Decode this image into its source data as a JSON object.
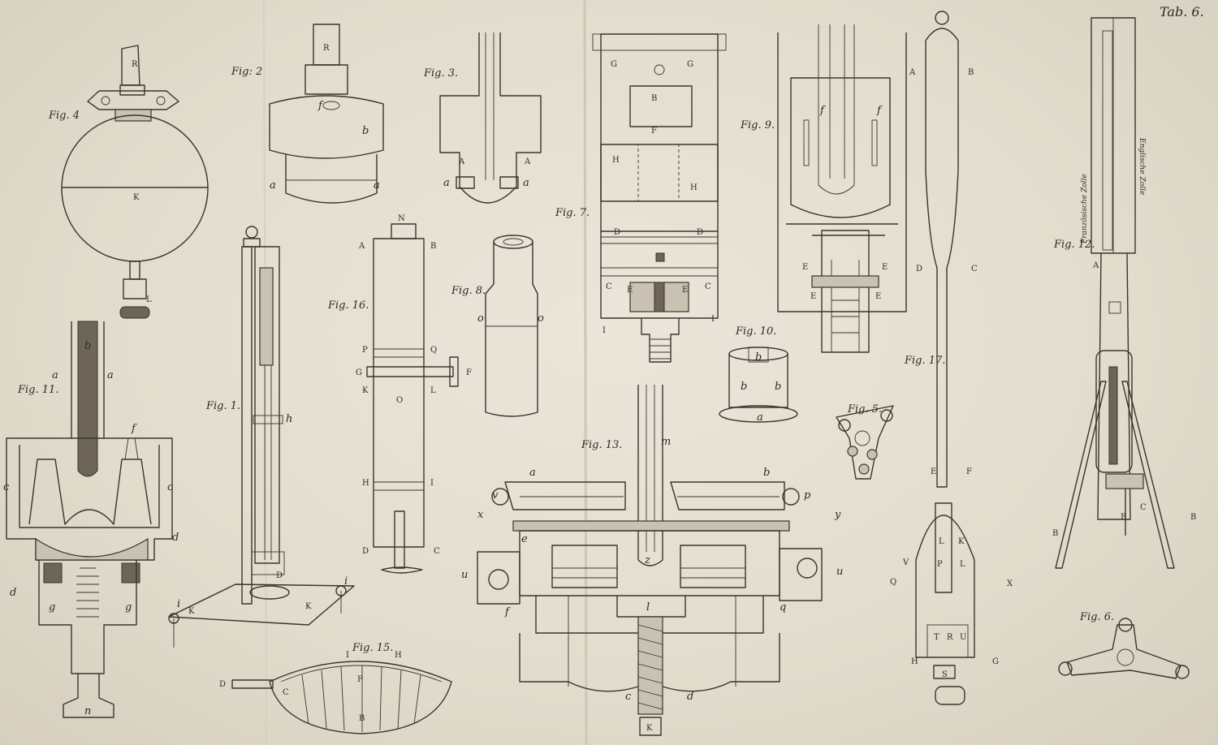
{
  "plate": {
    "tab_label": "Tab. 6."
  },
  "figures": [
    {
      "id": "fig1",
      "caption": "Fig. 1."
    },
    {
      "id": "fig2",
      "caption": "Fig: 2"
    },
    {
      "id": "fig3",
      "caption": "Fig. 3."
    },
    {
      "id": "fig4",
      "caption": "Fig. 4"
    },
    {
      "id": "fig5",
      "caption": "Fig. 5."
    },
    {
      "id": "fig6",
      "caption": "Fig. 6."
    },
    {
      "id": "fig7",
      "caption": "Fig. 7."
    },
    {
      "id": "fig8",
      "caption": "Fig. 8."
    },
    {
      "id": "fig9",
      "caption": "Fig. 9."
    },
    {
      "id": "fig10",
      "caption": "Fig. 10."
    },
    {
      "id": "fig11",
      "caption": "Fig. 11."
    },
    {
      "id": "fig12",
      "caption": "Fig. 12."
    },
    {
      "id": "fig13",
      "caption": "Fig. 13."
    },
    {
      "id": "fig15",
      "caption": "Fig. 15."
    },
    {
      "id": "fig16",
      "caption": "Fig. 16."
    },
    {
      "id": "fig17",
      "caption": "Fig. 17."
    }
  ],
  "scale_labels": {
    "french": "Französische Zolle",
    "english": "Englische Zolle"
  },
  "letters": {
    "R": "R",
    "K": "K",
    "L": "L",
    "a": "a",
    "b": "b",
    "f": "f",
    "A": "A",
    "B": "B",
    "C": "C",
    "D": "D",
    "E": "E",
    "F": "F",
    "G": "G",
    "H": "H",
    "I": "I",
    "N": "N",
    "O": "O",
    "P": "P",
    "Q": "Q",
    "S": "S",
    "T": "T",
    "U": "U",
    "V": "V",
    "X": "X",
    "c": "c",
    "d": "d",
    "e": "e",
    "g": "g",
    "h": "h",
    "i": "i",
    "l": "l",
    "n": "n",
    "o": "o",
    "p": "p",
    "q": "q",
    "r": "r",
    "u": "u",
    "v": "v",
    "x": "x",
    "y": "y",
    "z": "z",
    "m": "m"
  }
}
